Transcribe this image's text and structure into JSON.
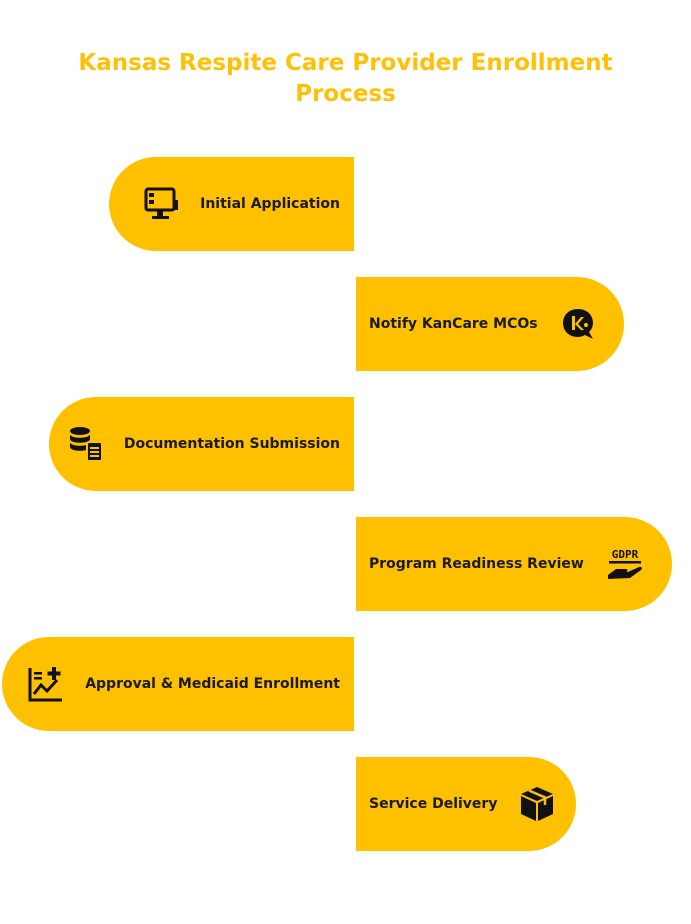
{
  "title": "Kansas Respite Care Provider Enrollment Process",
  "steps": [
    {
      "label": "Initial Application",
      "icon": "computer-icon"
    },
    {
      "label": "Notify KanCare MCOs",
      "icon": "kancare-logo-icon"
    },
    {
      "label": "Documentation Submission",
      "icon": "database-document-icon"
    },
    {
      "label": "Program Readiness Review",
      "icon": "gdpr-hand-icon"
    },
    {
      "label": "Approval & Medicaid Enrollment",
      "icon": "chart-plus-icon"
    },
    {
      "label": "Service Delivery",
      "icon": "package-box-icon"
    }
  ],
  "icon_text": {
    "gdpr": "GDPR"
  },
  "colors": {
    "title": "#FFC107",
    "step_fill": "#FFC000",
    "text": "#1a1a1a"
  }
}
